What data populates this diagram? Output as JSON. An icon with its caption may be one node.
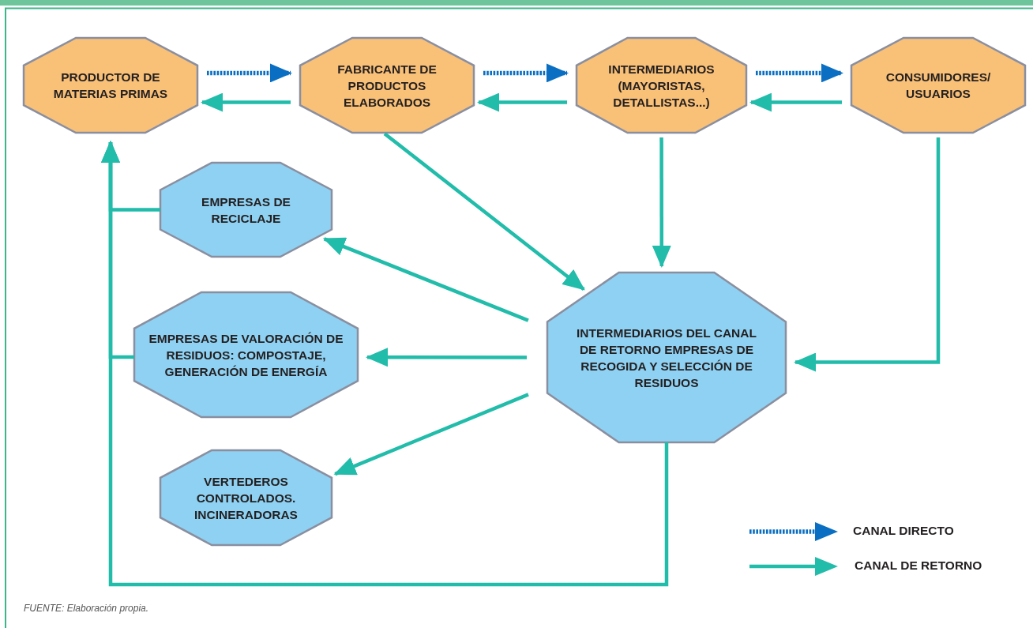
{
  "diagram": {
    "caption": "FUENTE: Elaboración propia.",
    "nodes": [
      {
        "text": [
          "PRODUCTOR DE MATERIAS PRIMAS"
        ]
      },
      {
        "text": [
          "FABRICANTE DE PRODUCTOS ELABORADOS"
        ]
      },
      {
        "text": [
          "INTERMEDIARIOS (MAYORISTAS, DETALLISTAS...)"
        ]
      },
      {
        "text": [
          "CONSUMIDORES/ USUARIOS"
        ]
      },
      {
        "text": [
          "EMPRESAS DE RECICLAJE"
        ]
      },
      {
        "text": [
          "EMPRESAS DE VALORACIÓN DE RESIDUOS: COMPOSTAJE, GENERACIÓN DE ENERGÍA"
        ]
      },
      {
        "text": [
          "VERTEDEROS CONTROLADOS. INCINERADORAS"
        ]
      },
      {
        "text": [
          "INTERMEDIARIOS DEL CANAL DE RETORNO EMPRESAS DE RECOGIDA Y SELECCIÓN DE RESIDUOS"
        ]
      }
    ],
    "edges": [
      {
        "from": 0,
        "to": 1,
        "arrow": "to",
        "style": "dashed",
        "color": "#0a6fc2"
      },
      {
        "from": 1,
        "to": 2,
        "arrow": "to",
        "style": "dashed",
        "color": "#0a6fc2"
      },
      {
        "from": 2,
        "to": 3,
        "arrow": "to",
        "style": "dashed",
        "color": "#0a6fc2"
      },
      {
        "from": 1,
        "to": 0,
        "arrow": "to"
      },
      {
        "from": 2,
        "to": 1,
        "arrow": "to"
      },
      {
        "from": 3,
        "to": 2,
        "arrow": "to"
      },
      {
        "from": 1,
        "to": 7,
        "arrow": "to"
      },
      {
        "from": 2,
        "to": 7,
        "arrow": "to"
      },
      {
        "from": 3,
        "to": 7,
        "arrow": "to"
      },
      {
        "from": 7,
        "to": 4,
        "arrow": "to"
      },
      {
        "from": 7,
        "to": 5,
        "arrow": "to"
      },
      {
        "from": 7,
        "to": 6,
        "arrow": "to"
      },
      {
        "from": 4,
        "to": 0,
        "arrow": "to"
      },
      {
        "from": 5,
        "to": 0,
        "arrow": "to"
      },
      {
        "from": 7,
        "to": 0,
        "arrow": "to"
      }
    ],
    "legend": [
      {
        "text": "CANAL DIRECTO"
      },
      {
        "text": "CANAL DE RETORNO"
      }
    ]
  }
}
